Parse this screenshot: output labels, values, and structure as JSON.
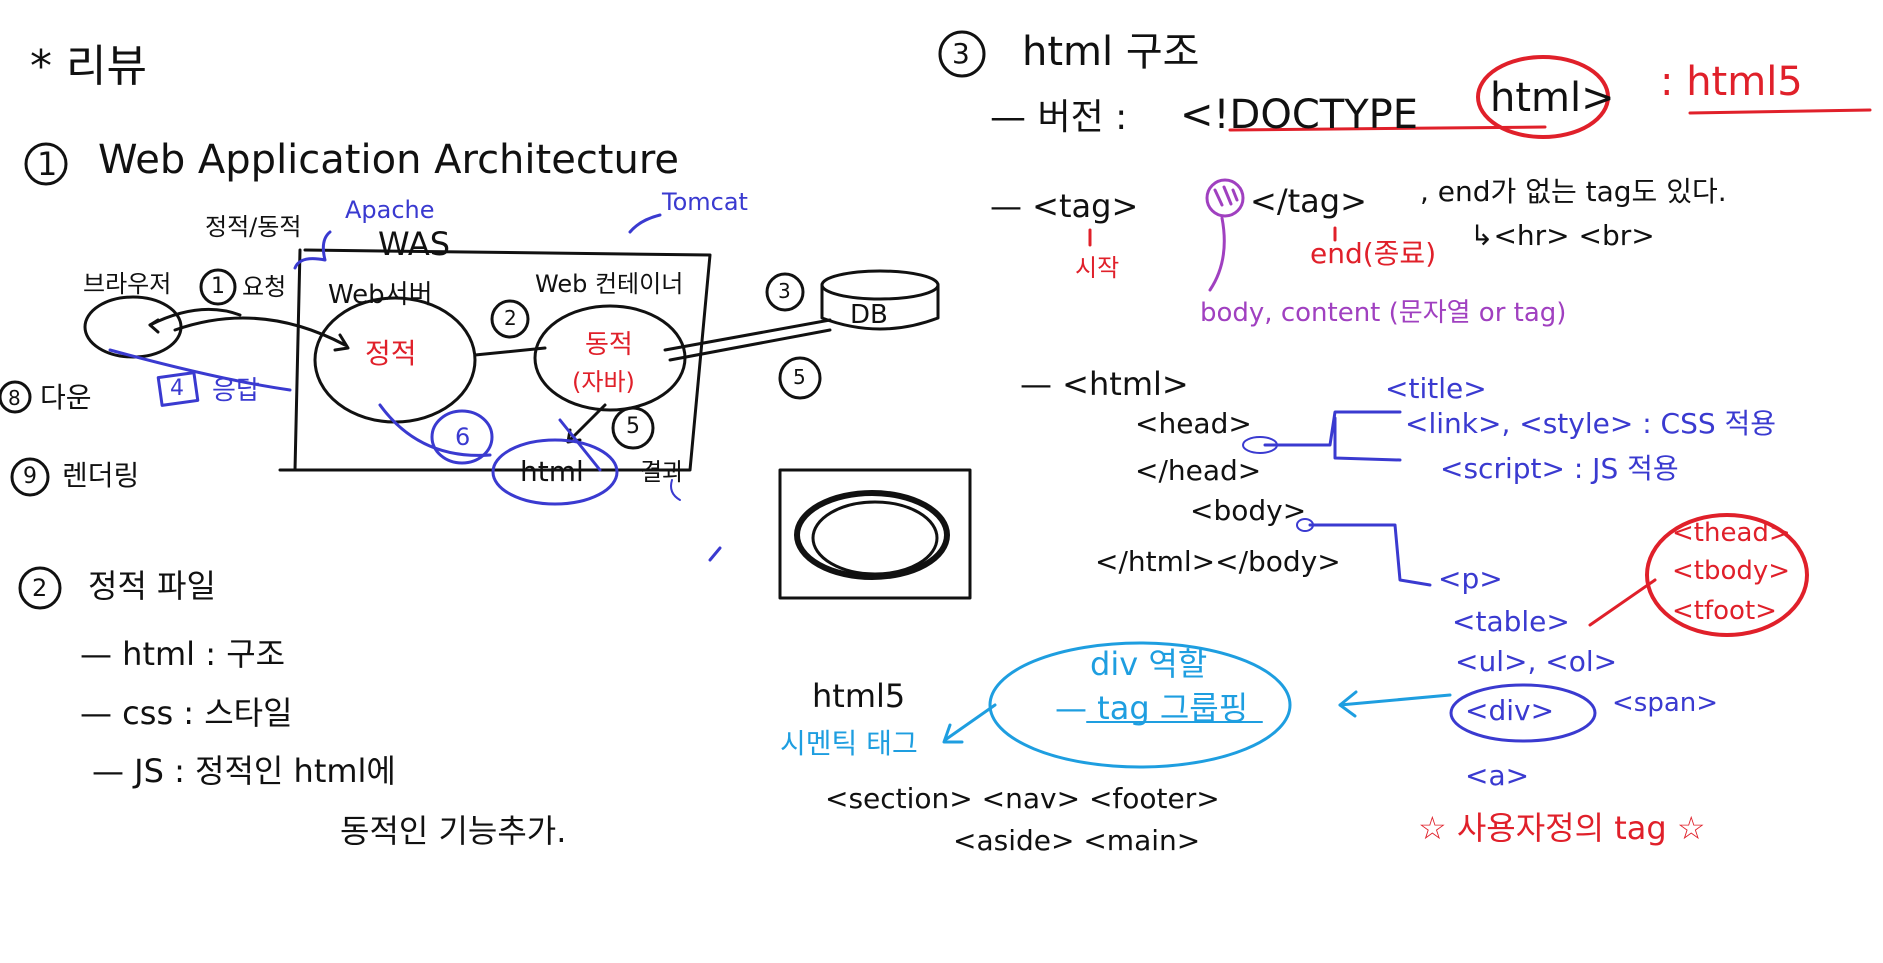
{
  "colors": {
    "ink": "#111111",
    "red": "#e0202a",
    "blue": "#3a3ad0",
    "cyan": "#1e9ee0",
    "purple": "#a040c0"
  },
  "left": {
    "review_title": "* 리뷰",
    "s1": {
      "num": "1",
      "title": "Web Application Architecture",
      "static_dynamic": "정적/동적",
      "apache": "Apache",
      "was": "WAS",
      "tomcat": "Tomcat",
      "browser": "브라우저",
      "step1_num": "1",
      "step1_text": "요청",
      "web_server": "Web서버",
      "web_container": "Web 컨테이너",
      "step2_num": "2",
      "step3_num": "3",
      "db": "DB",
      "static_label": "정적",
      "dynamic_label": "동적",
      "java_label": "(자바)",
      "step4_num": "4",
      "step4_text": "응답",
      "step5a_num": "5",
      "step5b_num": "5",
      "step6_num": "6",
      "html_label": "html",
      "result_label": "결과",
      "step8_num": "8",
      "step8_text": "다운",
      "step9_num": "9",
      "step9_text": "렌더링"
    },
    "s2": {
      "num": "2",
      "title": "정적 파일",
      "html_line": "— html : 구조",
      "css_line": "— css : 스타일",
      "js_line": "— JS : 정적인 html에",
      "js_line2": "동적인 기능추가."
    }
  },
  "right": {
    "s3": {
      "num": "3",
      "title": "html 구조",
      "version_dash": "— 버전 :",
      "doctype": "<!DOCTYPE",
      "html_circled": "html>",
      "html5": ": html5",
      "tag_start": "— <tag>",
      "tag_end": "</tag>",
      "end_missing": ", end가 없는 tag도 있다.",
      "br_hr": "↳<hr> <br>",
      "start_label": "시작",
      "end_label": "end(종료)",
      "body_content": "body, content (문자열 or tag)",
      "html_open": "— <html>",
      "head_open": "<head>",
      "head_close": "</head>",
      "body_open": "<body>",
      "html_body_close": "</html></body>",
      "title_tag": "<title>",
      "link_style": "<link>, <style> : CSS 적용",
      "script_tag": "<script> : JS 적용",
      "thead": "<thead>",
      "tbody": "<tbody>",
      "tfoot": "<tfoot>",
      "p_tag": "<p>",
      "table_tag": "<table>",
      "ul_ol": "<ul>, <ol>",
      "div_tag": "<div>",
      "span_tag": "<span>",
      "a_tag": "<a>",
      "user_defined": "☆ 사용자정의 tag ☆",
      "div_role": "div 역할",
      "tag_grouping": "— tag 그룹핑",
      "html5_title": "html5",
      "semantic": "시멘틱 태그",
      "semantic_tags1": "<section> <nav> <footer>",
      "semantic_tags2": "<aside> <main>"
    }
  }
}
